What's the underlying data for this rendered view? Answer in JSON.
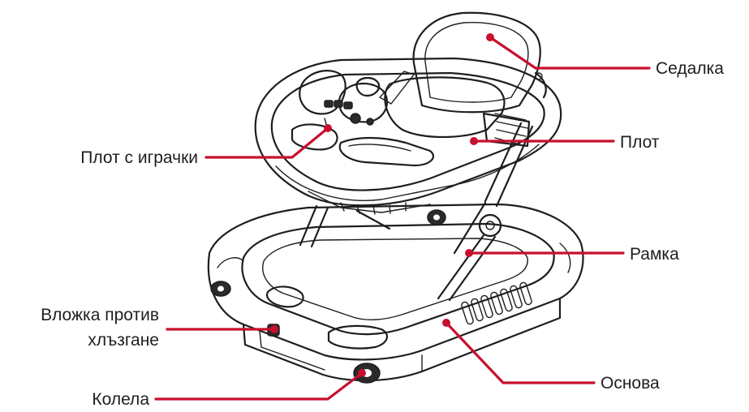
{
  "accent_color": "#c8102e",
  "labels": {
    "seat": "Седалка",
    "tray": "Плот",
    "toy_tray": "Плот с играчки",
    "frame": "Рамка",
    "anti_slip_line1": "Вложка против",
    "anti_slip_line2": "хлъзгане",
    "base": "Основа",
    "wheels": "Колела"
  }
}
